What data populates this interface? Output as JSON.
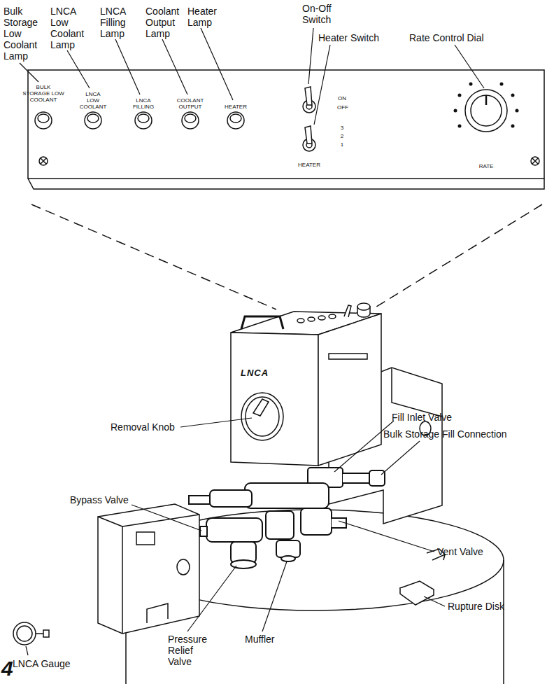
{
  "diagram": {
    "nodes": [
      {
        "text": [
          "BULK STORAGE LOW COOLANT",
          "LNCA LOW COOLANT",
          "LNCA FILLING",
          "COOLANT OUTPUT",
          "HEATER",
          "ON",
          "OFF",
          "3",
          "2",
          "1",
          "HEATER",
          "RATE"
        ]
      },
      {
        "text": [
          "LNCA"
        ]
      }
    ],
    "labels": [
      "Bulk Storage Low Coolant Lamp",
      "LNCA Low Coolant Lamp",
      "LNCA Filling Lamp",
      "Coolant Output Lamp",
      "Heater Lamp",
      "On-Off Switch",
      "Heater Switch",
      "Rate Control Dial",
      "Removal Knob",
      "Fill Inlet Valve",
      "Bulk Storage Fill Connection",
      "Bypass Valve",
      "Vent Valve",
      "Rupture Disk",
      "LNCA Gauge",
      "Muffler",
      "Pressure Relief Valve",
      "4"
    ]
  }
}
